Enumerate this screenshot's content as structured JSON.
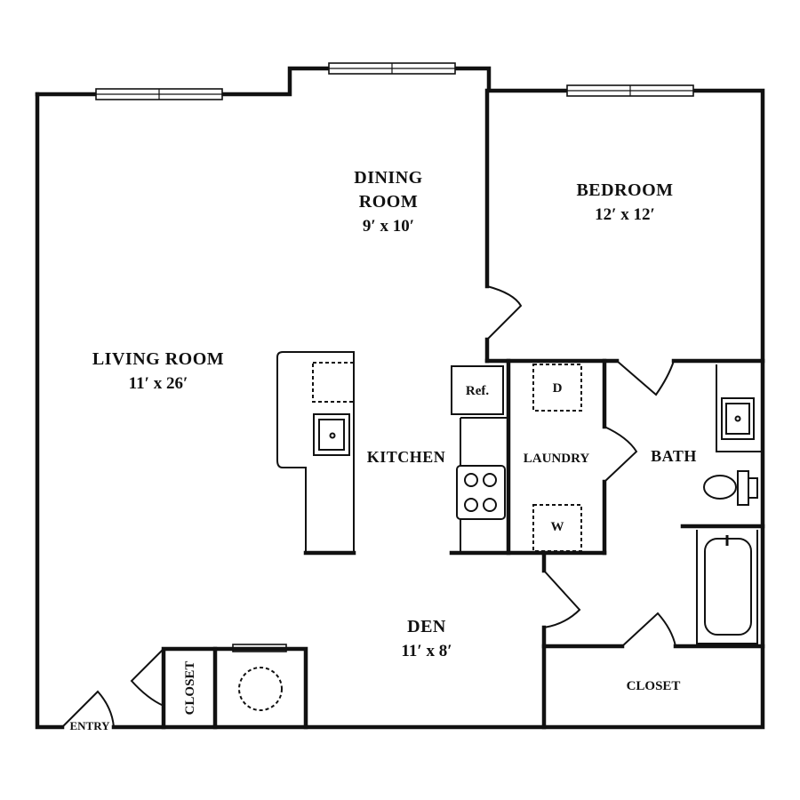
{
  "rooms": {
    "dining": {
      "line1": "DINING",
      "line2": "ROOM",
      "dims": "9′ x 10′"
    },
    "bedroom": {
      "name": "BEDROOM",
      "dims": "12′ x 12′"
    },
    "living": {
      "name": "LIVING ROOM",
      "dims": "11′ x 26′"
    },
    "kitchen": {
      "name": "KITCHEN"
    },
    "laundry": {
      "name": "LAUNDRY"
    },
    "bath": {
      "name": "BATH"
    },
    "den": {
      "name": "DEN",
      "dims": "11′ x 8′"
    },
    "closet_right": {
      "name": "CLOSET"
    },
    "closet_left": {
      "name": "CLOSET"
    },
    "entry": {
      "name": "ENTRY"
    }
  },
  "fixtures": {
    "refrigerator": "Ref.",
    "dryer": "D",
    "washer": "W"
  }
}
